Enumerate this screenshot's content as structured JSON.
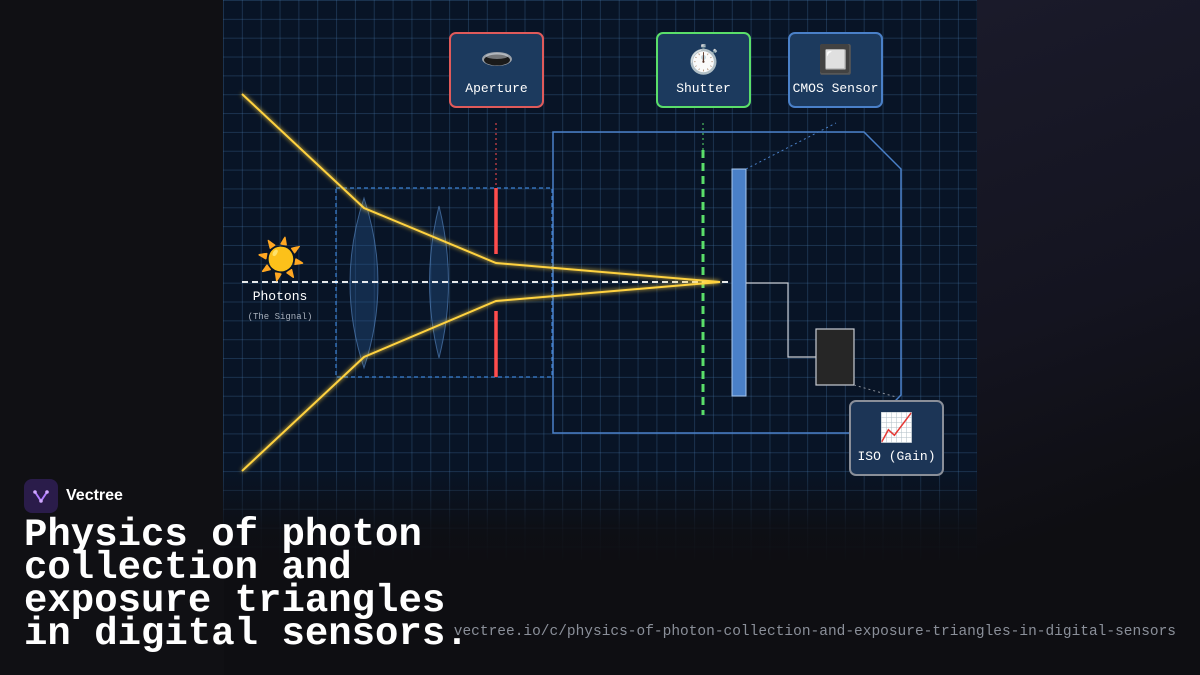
{
  "diagram": {
    "photons": {
      "icon": "sun-icon",
      "label": "Photons",
      "sublabel": "(The Signal)"
    },
    "nodes": {
      "aperture": {
        "icon": "aperture-icon",
        "glyph": "⏺",
        "label": "Aperture",
        "color": "#e05a5a"
      },
      "shutter": {
        "icon": "stopwatch-icon",
        "glyph": "⏱️",
        "label": "Shutter",
        "color": "#5ade6a"
      },
      "cmos": {
        "icon": "sensor-chip-icon",
        "glyph": "🔲",
        "label": "CMOS Sensor",
        "color": "#4a80c8"
      },
      "iso": {
        "icon": "chart-increasing-icon",
        "glyph": "📈",
        "label": "ISO (Gain)",
        "color": "#8a8f99"
      }
    },
    "colors": {
      "light_rays": "#ffd23f",
      "optical_axis": "#ffffff",
      "aperture_blades": "#ff4d4d",
      "shutter_line": "#5ade6a",
      "sensor": "#4a80c8",
      "grid_background": "#081426"
    }
  },
  "brand": {
    "name": "Vectree",
    "logo_icon": "vectree-logo-icon"
  },
  "title": "Physics of photon collection and exposure triangles in digital sensors.",
  "url": "vectree.io/c/physics-of-photon-collection-and-exposure-triangles-in-digital-sensors"
}
